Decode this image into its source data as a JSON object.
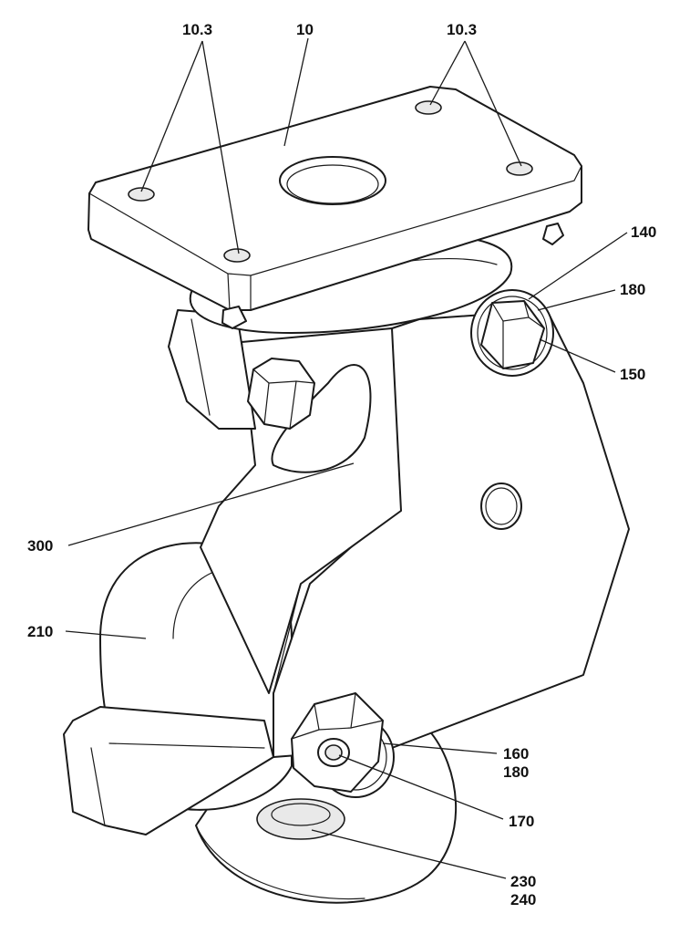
{
  "labels": {
    "mounting_plate": "10",
    "holes_left": "10.3",
    "holes_right": "10.3",
    "washer_upper": "140",
    "nut_upper": "180",
    "bolt_upper": "150",
    "bracket": "300",
    "wheel": "210",
    "washer_lower": "160",
    "nut_lower": "180",
    "axle": "170",
    "hub": "230",
    "bearing": "240"
  },
  "colors": {
    "line": "#1a1a1a",
    "paper": "#ffffff",
    "shade": "#e9e9e9"
  }
}
